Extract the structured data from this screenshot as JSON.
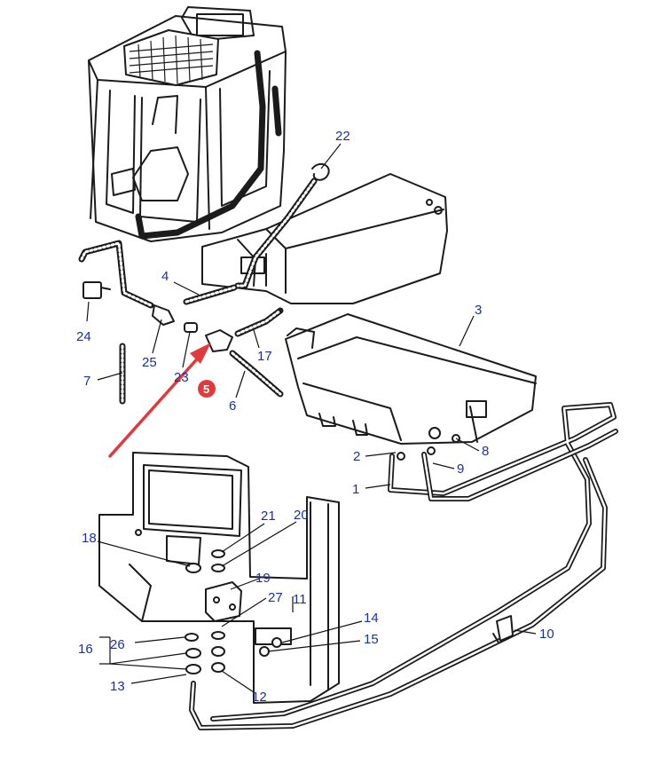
{
  "diagram": {
    "highlight_color": "#e03a3a",
    "label_color": "#1a2fa0",
    "highlighted_part": "5",
    "callouts": [
      {
        "id": "22",
        "text": "22"
      },
      {
        "id": "3",
        "text": "3"
      },
      {
        "id": "4",
        "text": "4"
      },
      {
        "id": "24",
        "text": "24"
      },
      {
        "id": "25",
        "text": "25"
      },
      {
        "id": "23",
        "text": "23"
      },
      {
        "id": "17",
        "text": "17"
      },
      {
        "id": "7",
        "text": "7"
      },
      {
        "id": "6",
        "text": "6"
      },
      {
        "id": "5",
        "text": "5"
      },
      {
        "id": "2",
        "text": "2"
      },
      {
        "id": "8",
        "text": "8"
      },
      {
        "id": "9",
        "text": "9"
      },
      {
        "id": "1",
        "text": "1"
      },
      {
        "id": "18",
        "text": "18"
      },
      {
        "id": "21",
        "text": "21"
      },
      {
        "id": "20",
        "text": "20"
      },
      {
        "id": "19",
        "text": "19"
      },
      {
        "id": "27",
        "text": "27"
      },
      {
        "id": "11",
        "text": "11"
      },
      {
        "id": "16",
        "text": "16"
      },
      {
        "id": "26",
        "text": "26"
      },
      {
        "id": "14",
        "text": "14"
      },
      {
        "id": "15",
        "text": "15"
      },
      {
        "id": "10",
        "text": "10"
      },
      {
        "id": "13",
        "text": "13"
      },
      {
        "id": "12",
        "text": "12"
      }
    ]
  }
}
